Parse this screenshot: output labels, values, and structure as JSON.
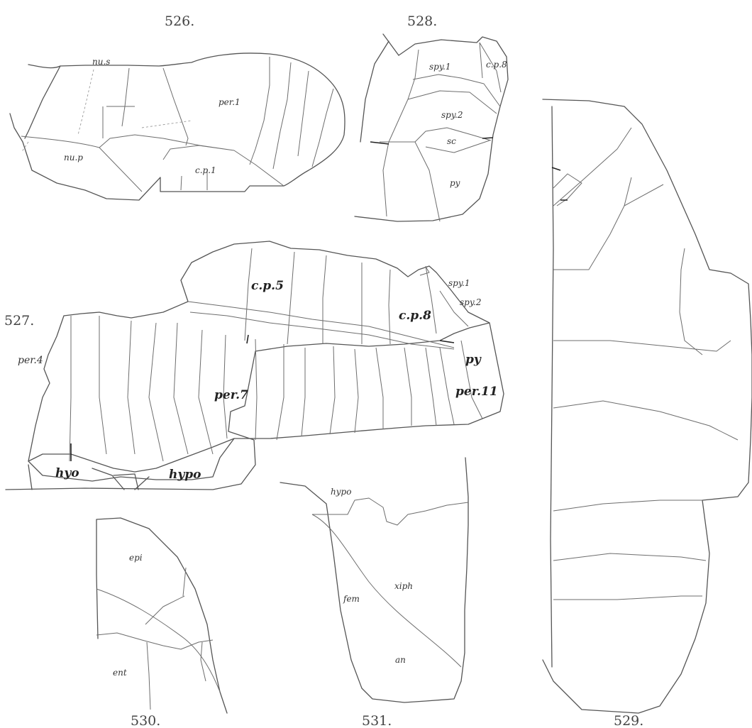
{
  "figures": {
    "f526": {
      "number": "526.",
      "labels": {
        "nus": "nu.s",
        "per1": "per.1",
        "nup": "nu.p",
        "cp1": "c.p.1"
      }
    },
    "f528": {
      "number": "528.",
      "labels": {
        "spy1": "spy.1",
        "cp8": "c.p.8",
        "spy2": "spy.2",
        "sc": "sc",
        "py": "py"
      }
    },
    "f527": {
      "number": "527.",
      "labels": {
        "cp5": "c.p.5",
        "spy1": "spy.1",
        "spy2": "spy.2",
        "cp8": "c.p.8",
        "py": "py",
        "per4": "per.4",
        "per7": "per.7",
        "per11": "per.11",
        "hyo": "hyo",
        "hypo": "hypo"
      }
    },
    "f529": {
      "number": "529."
    },
    "f530": {
      "number": "530.",
      "labels": {
        "epi": "epi",
        "ent": "ent"
      }
    },
    "f531": {
      "number": "531.",
      "labels": {
        "hypo": "hypo",
        "fem": "fem",
        "xiph": "xiph",
        "an": "an"
      }
    }
  }
}
